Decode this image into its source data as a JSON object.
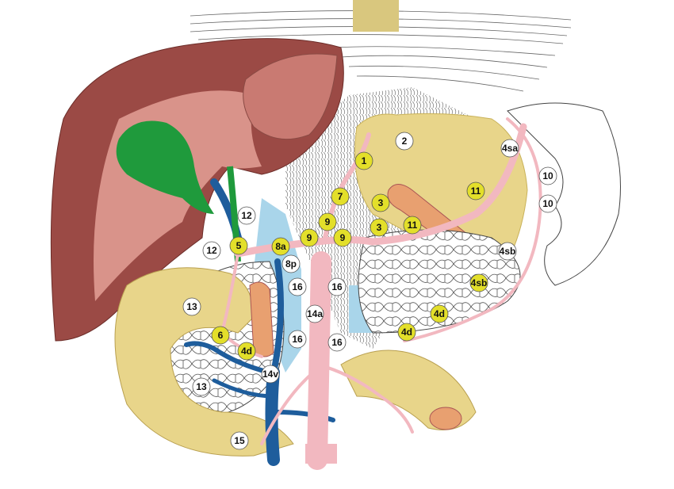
{
  "colors": {
    "liver": "#9b4a45",
    "liver_light": "#d9938a",
    "gallbladder": "#1f9a3c",
    "stomach": "#e8d58a",
    "artery": "#f2b8c0",
    "vein": "#1e5d9c",
    "lymph_yellow": "#e3df2a",
    "lymph_white": "#ffffff",
    "retroperitoneum": "#a9d5ea",
    "esophagus": "#d9c77e"
  },
  "lymph_nodes": [
    {
      "label": "2",
      "type": "white"
    },
    {
      "label": "1",
      "type": "yellow"
    },
    {
      "label": "4sa",
      "type": "white"
    },
    {
      "label": "10",
      "type": "white"
    },
    {
      "label": "10",
      "type": "white"
    },
    {
      "label": "11",
      "type": "yellow"
    },
    {
      "label": "7",
      "type": "yellow"
    },
    {
      "label": "3",
      "type": "yellow"
    },
    {
      "label": "11",
      "type": "yellow"
    },
    {
      "label": "9",
      "type": "yellow"
    },
    {
      "label": "3",
      "type": "yellow"
    },
    {
      "label": "9",
      "type": "yellow"
    },
    {
      "label": "9",
      "type": "yellow"
    },
    {
      "label": "12",
      "type": "white"
    },
    {
      "label": "12",
      "type": "white"
    },
    {
      "label": "5",
      "type": "yellow"
    },
    {
      "label": "8a",
      "type": "yellow"
    },
    {
      "label": "8p",
      "type": "white"
    },
    {
      "label": "16",
      "type": "white"
    },
    {
      "label": "16",
      "type": "white"
    },
    {
      "label": "14a",
      "type": "white"
    },
    {
      "label": "16",
      "type": "white"
    },
    {
      "label": "16",
      "type": "white"
    },
    {
      "label": "4sb",
      "type": "white"
    },
    {
      "label": "4sb",
      "type": "yellow"
    },
    {
      "label": "4d",
      "type": "yellow"
    },
    {
      "label": "4d",
      "type": "yellow"
    },
    {
      "label": "13",
      "type": "white"
    },
    {
      "label": "6",
      "type": "yellow"
    },
    {
      "label": "4d",
      "type": "yellow"
    },
    {
      "label": "13",
      "type": "white"
    },
    {
      "label": "14v",
      "type": "white"
    },
    {
      "label": "15",
      "type": "white"
    }
  ]
}
